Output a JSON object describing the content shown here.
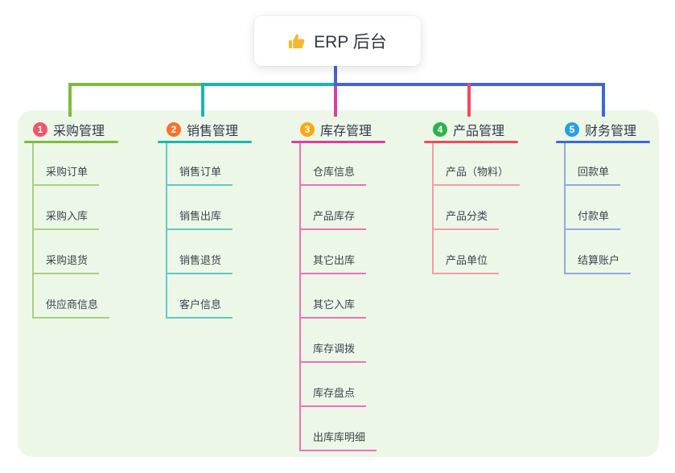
{
  "root": {
    "icon": "thumbs-up",
    "label": "ERP 后台"
  },
  "palette": {
    "root_line": "#4663D7",
    "panel_bg": "#ECF7E8",
    "thumb_color": "#F5B82E"
  },
  "branches": [
    {
      "number": "1",
      "label": "采购管理",
      "badge_color": "#F4536B",
      "line_color": "#7EBB40",
      "child_line_color": "#A9D07F",
      "children": [
        "采购订单",
        "采购入库",
        "采购退货",
        "供应商信息"
      ]
    },
    {
      "number": "2",
      "label": "销售管理",
      "badge_color": "#F6732F",
      "line_color": "#17B7AF",
      "child_line_color": "#5FCBC4",
      "children": [
        "销售订单",
        "销售出库",
        "销售退货",
        "客户信息"
      ]
    },
    {
      "number": "3",
      "label": "库存管理",
      "badge_color": "#FCA814",
      "line_color": "#DC3EA0",
      "child_line_color": "#EF70B8",
      "children": [
        "仓库信息",
        "产品库存",
        "其它出库",
        "其它入库",
        "库存调拨",
        "库存盘点",
        "出库库明细"
      ]
    },
    {
      "number": "4",
      "label": "产品管理",
      "badge_color": "#2FB24C",
      "line_color": "#F3495C",
      "child_line_color": "#F79CA4",
      "children": [
        "产品（物料）",
        "产品分类",
        "产品单位"
      ]
    },
    {
      "number": "5",
      "label": "财务管理",
      "badge_color": "#2B9EE6",
      "line_color": "#3C68D9",
      "child_line_color": "#93A9E6",
      "children": [
        "回款单",
        "付款单",
        "结算账户"
      ]
    }
  ]
}
